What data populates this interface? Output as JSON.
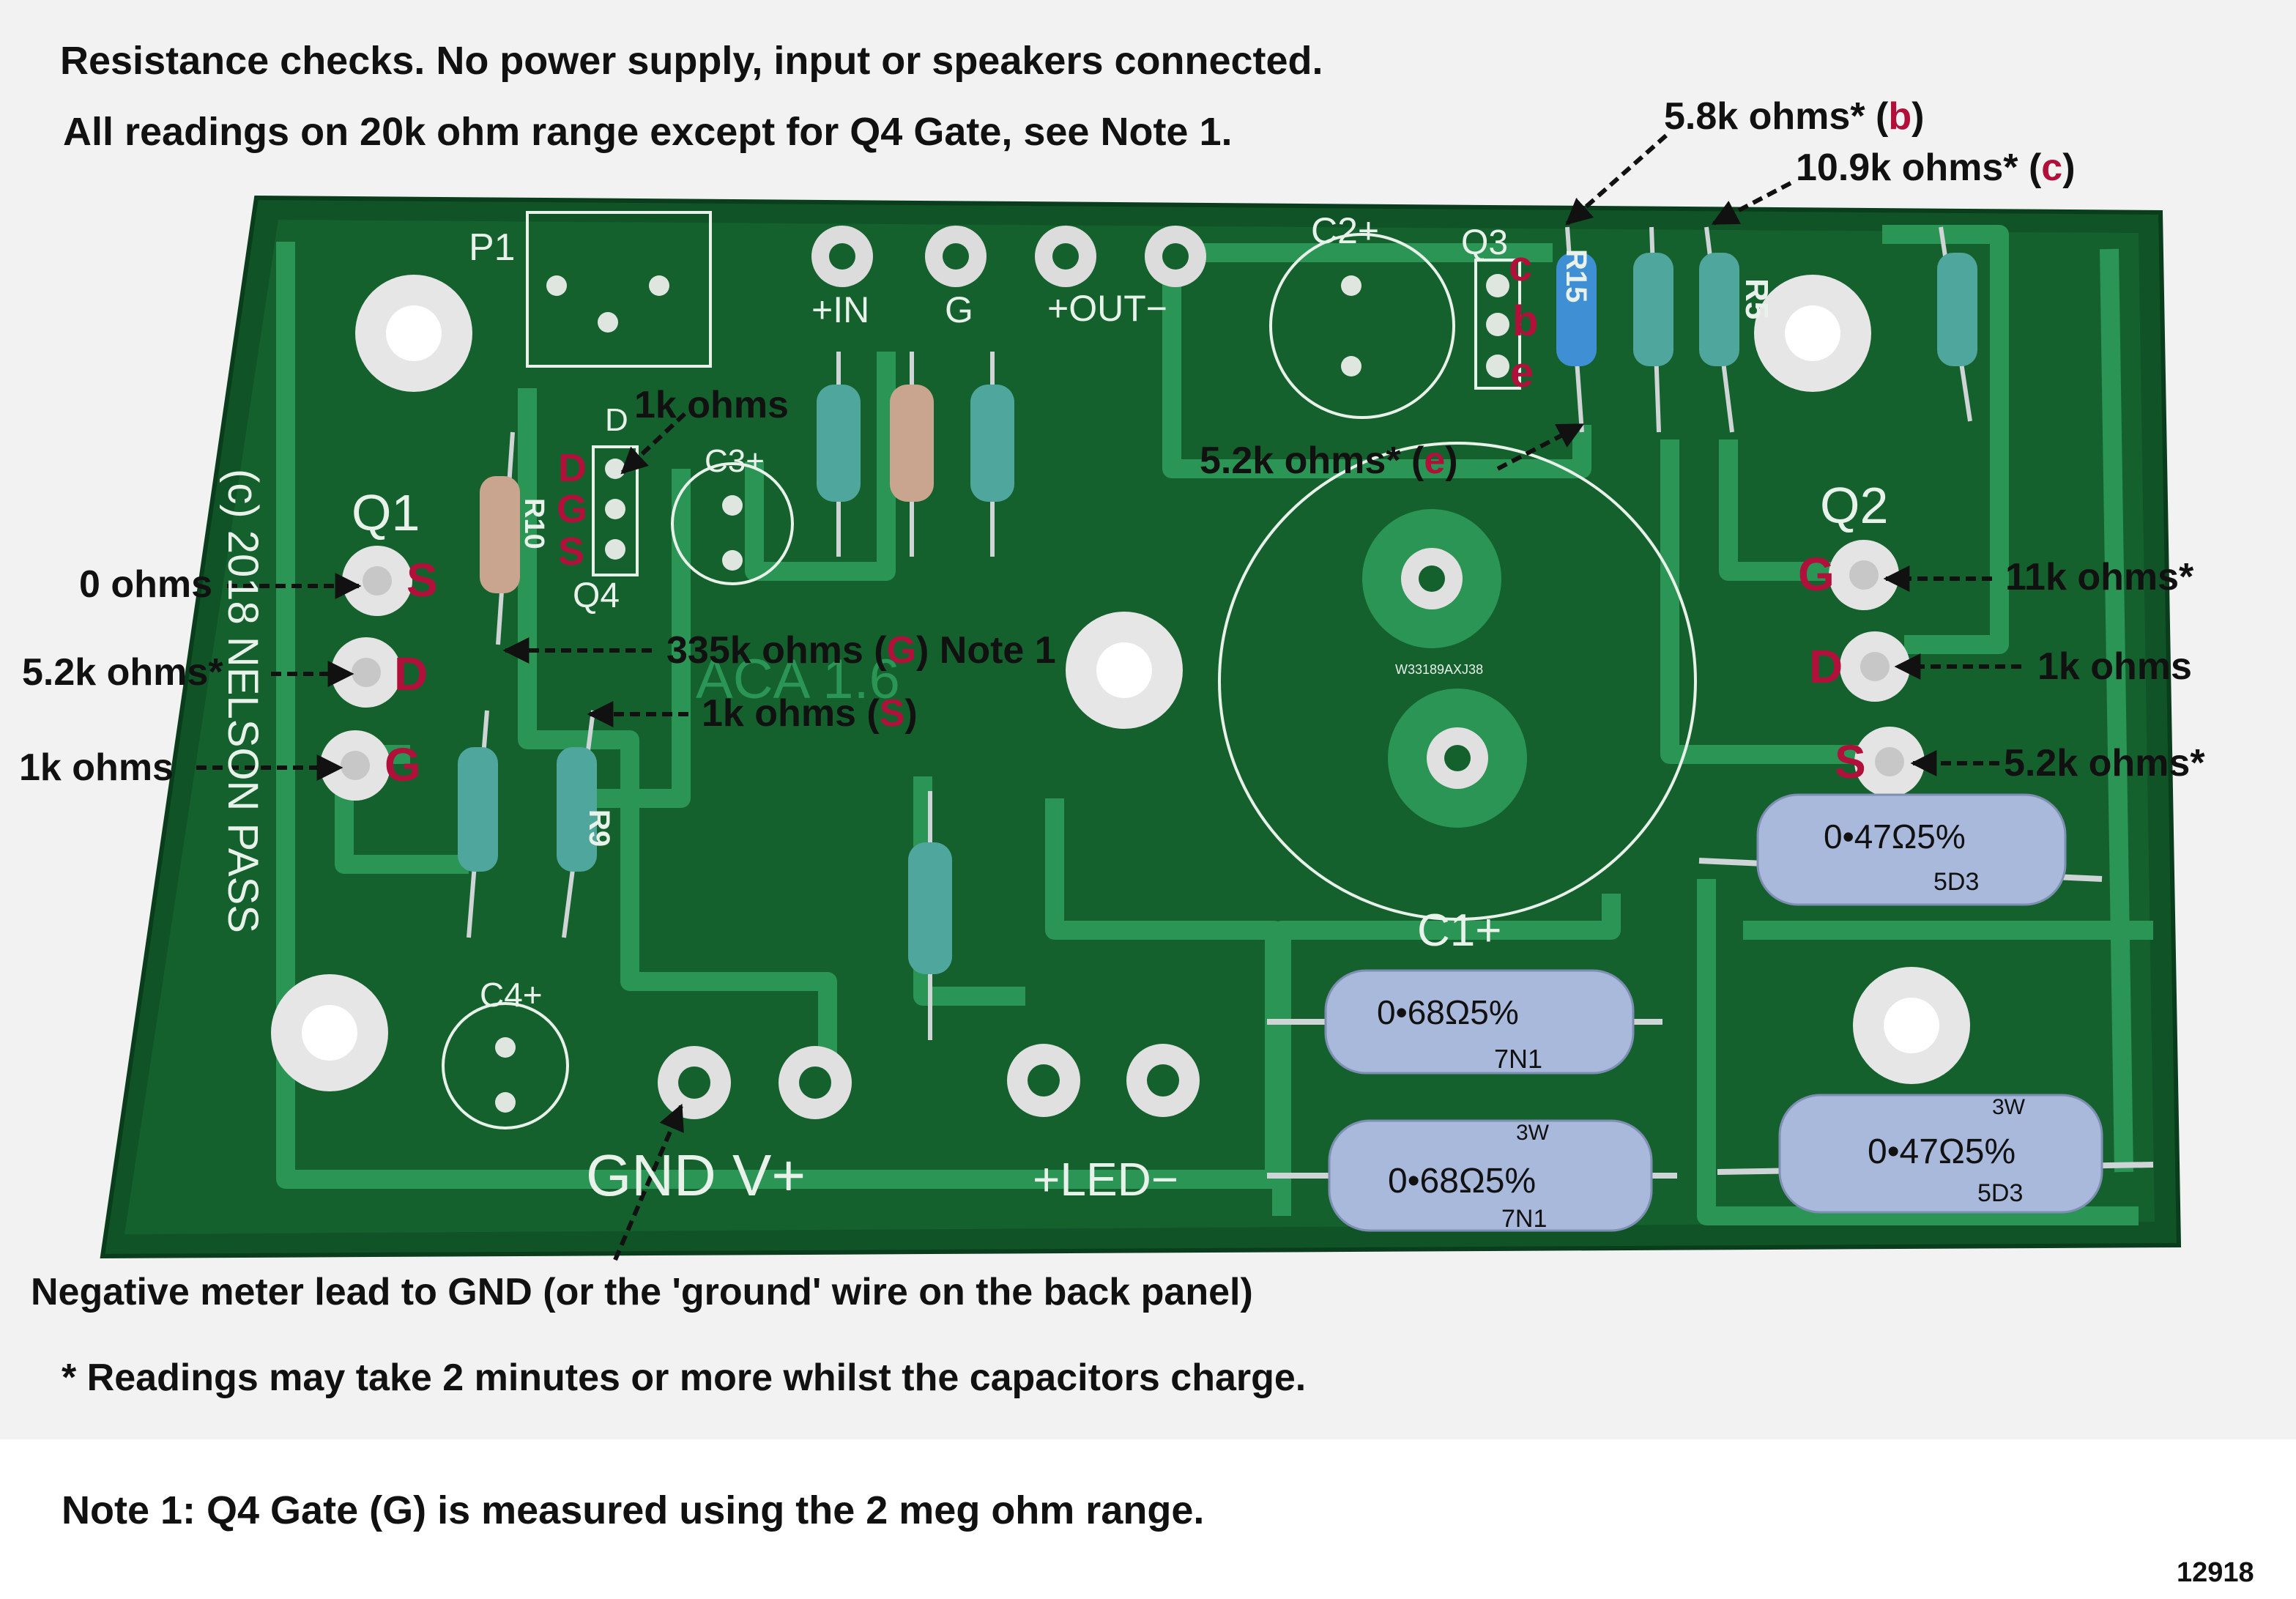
{
  "header": {
    "line1": "Resistance checks. No power supply, input or speakers connected.",
    "line2": "All readings on 20k ohm range except for Q4 Gate, see Note 1."
  },
  "silkscreen": {
    "p1": "P1",
    "in": "+IN",
    "g": "G",
    "out": "+OUT−",
    "c2": "C2+",
    "q3": "Q3",
    "r15": "R15",
    "r5": "R5",
    "c3": "C3+",
    "d": "D",
    "q4": "Q4",
    "r10": "R10",
    "r9": "R9",
    "q1": "Q1",
    "q2": "Q2",
    "copyright": "(c) 2018 NELSON PASS",
    "board": "ACA 1.6",
    "cap_code": "W33189AXJ38",
    "c1": "C1+",
    "c4": "C4+",
    "gnd_v": "GND V+",
    "led": "+LED−"
  },
  "resistors": {
    "r1_top": "0•68Ω5%",
    "r1_code": "7N1",
    "r2_top": "0•68Ω5%",
    "r2_code": "7N1",
    "r3_top": "0•47Ω5%",
    "r3_code": "5D3",
    "r4_top": "0•47Ω5%",
    "r4_code": "5D3",
    "rating": "3W"
  },
  "pins": {
    "q1": [
      "S",
      "D",
      "G"
    ],
    "q2": [
      "G",
      "D",
      "S"
    ],
    "q3": [
      "c",
      "b",
      "e"
    ],
    "q4": [
      "D",
      "G",
      "S"
    ]
  },
  "readings": {
    "b_prefix": "5.8k ohms* (",
    "b_letter": "b",
    "b_suffix": ")",
    "c_prefix": "10.9k ohms* (",
    "c_letter": "c",
    "c_suffix": ")",
    "e_prefix": "5.2k ohms* (",
    "e_letter": "e",
    "e_suffix": ")",
    "q4d": "1k ohms",
    "q1s": "0 ohms",
    "q1d": "5.2k ohms*",
    "q1g": "1k ohms",
    "q4g_prefix": "335k ohms (",
    "q4g_letter": "G",
    "q4g_suffix": ") Note 1",
    "q4s_prefix": "1k ohms (",
    "q4s_letter": "S",
    "q4s_suffix": ")",
    "q2g": "11k ohms*",
    "q2d": "1k ohms",
    "q2s": "5.2k ohms*",
    "negative": "Negative meter lead to GND (or the 'ground' wire on the back panel)",
    "footnote": "* Readings may take 2 minutes or more whilst the capacitors charge."
  },
  "note1": "Note 1: Q4 Gate (G) is measured using the 2 meg ohm range.",
  "image_code": "12918",
  "colors": {
    "pcb": "#14612e",
    "trace": "#2a9554",
    "pin_letter": "#b0103a",
    "silk": "#e8f2ea",
    "power_resistor": "#a9b9dc"
  }
}
